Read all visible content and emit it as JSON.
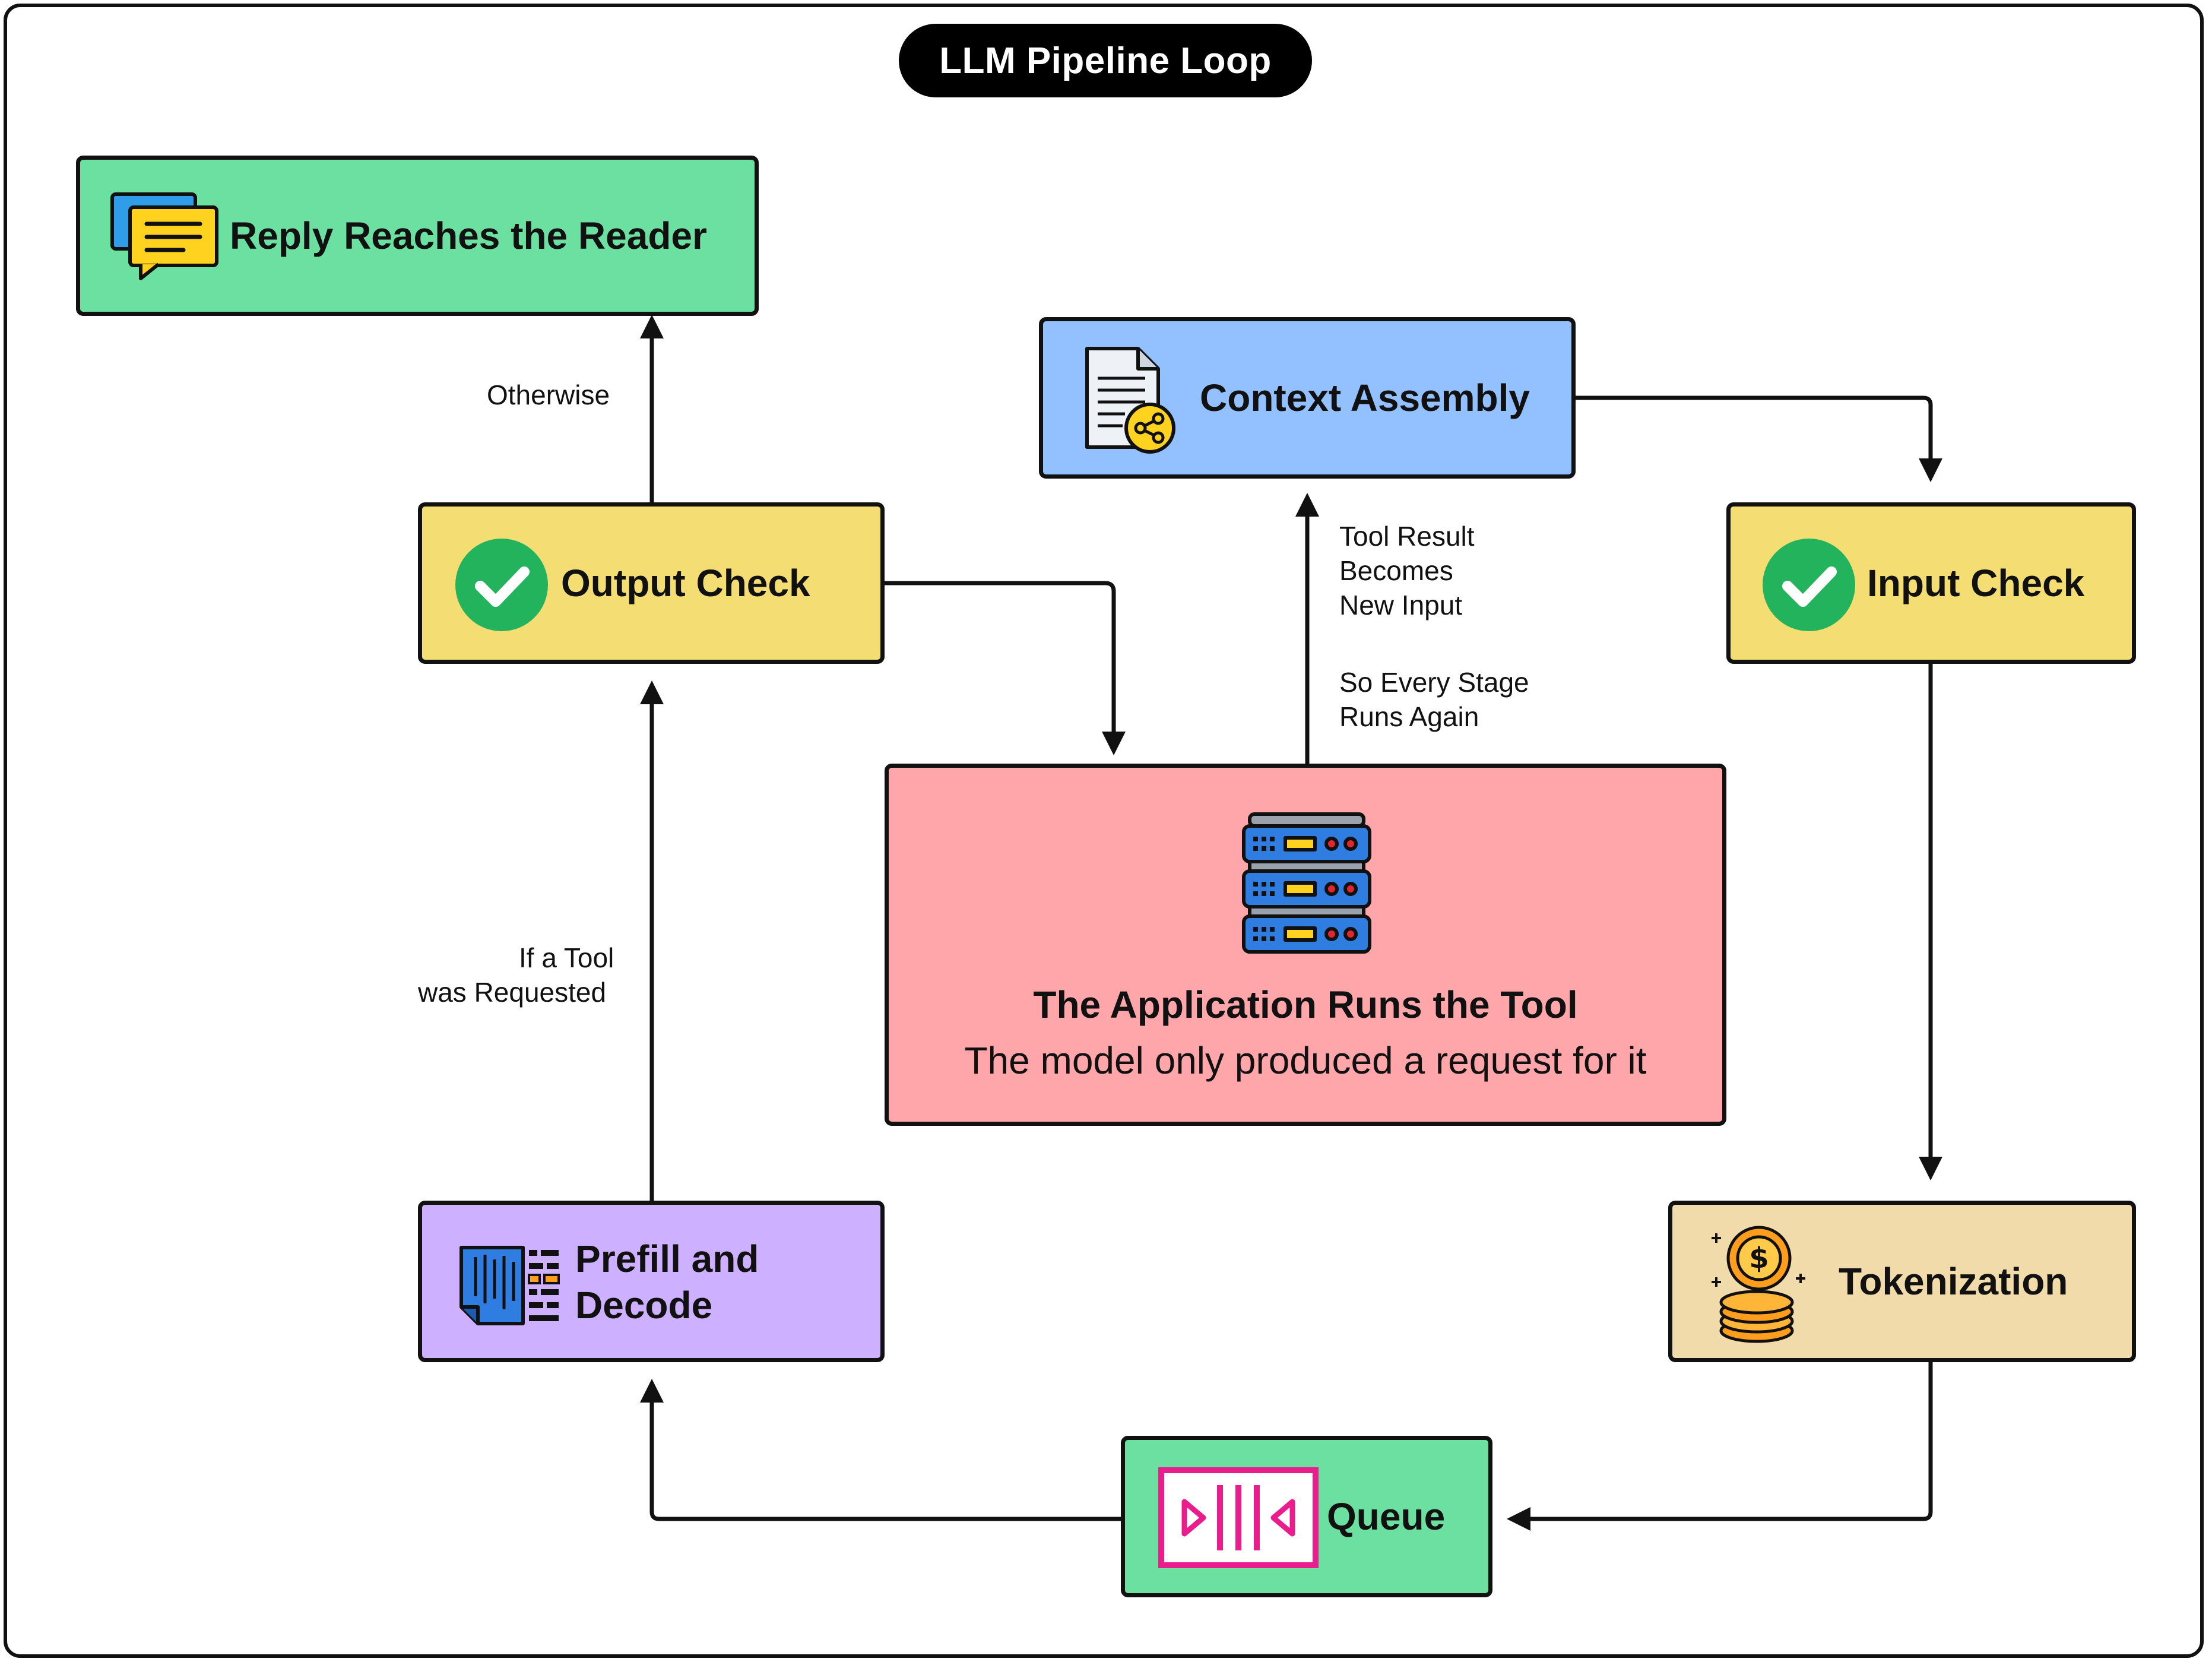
{
  "title": "LLM Pipeline Loop",
  "nodes": {
    "reply": {
      "label": "Reply Reaches the Reader",
      "color": "#6ce0a0",
      "icon": "chat-bubbles-icon"
    },
    "context": {
      "label": "Context Assembly",
      "color": "#93c0ff",
      "icon": "document-share-icon"
    },
    "output_check": {
      "label": "Output Check",
      "color": "#f4de74",
      "icon": "check-circle-icon"
    },
    "input_check": {
      "label": "Input Check",
      "color": "#f4de74",
      "icon": "check-circle-icon"
    },
    "tool": {
      "label": "The Application Runs the Tool",
      "sublabel": "The model only produced a request for it",
      "color": "#ffa6aa",
      "icon": "server-rack-icon"
    },
    "prefill": {
      "label_line1": "Prefill and",
      "label_line2": "Decode",
      "color": "#cdb0ff",
      "icon": "token-grid-icon"
    },
    "tokenization": {
      "label": "Tokenization",
      "color": "#f2dbaa",
      "icon": "coin-stack-icon"
    },
    "queue": {
      "label": "Queue",
      "color": "#6ce0a0",
      "icon": "queue-icon"
    }
  },
  "edge_labels": {
    "otherwise": "Otherwise",
    "tool_requested_1": "If a Tool",
    "tool_requested_2": "was Requested",
    "tool_result_1": "Tool Result",
    "tool_result_2": "Becomes",
    "tool_result_3": "New Input",
    "every_stage_1": "So Every Stage",
    "every_stage_2": "Runs Again"
  },
  "colors": {
    "check_green": "#23b35c",
    "icon_blue": "#2f7de0",
    "icon_yellow": "#ffd21f",
    "icon_pink": "#e91e8c",
    "coin_orange": "#ff9d1c"
  }
}
